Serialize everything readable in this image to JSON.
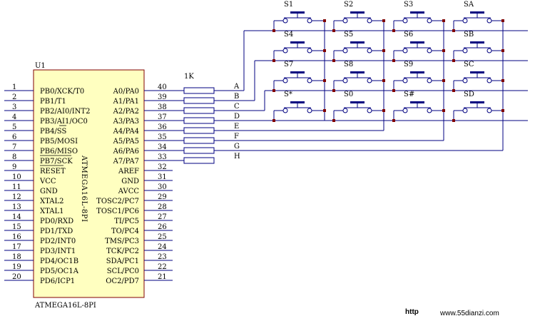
{
  "chip": {
    "ref": "U1",
    "part_vertical": "ATMEGA16L-8PI",
    "part_bottom": "ATMEGA16L-8PI",
    "left_pins": [
      {
        "num": "1",
        "name": "PB0/XCK/T0"
      },
      {
        "num": "2",
        "name": "PB1/T1"
      },
      {
        "num": "3",
        "name": "PB2/AI0/INT2"
      },
      {
        "num": "4",
        "name": "PB3/AI1/OC0"
      },
      {
        "num": "5",
        "name": "PB4/SS"
      },
      {
        "num": "6",
        "name": "PB5/MOSI"
      },
      {
        "num": "7",
        "name": "PB6/MISO"
      },
      {
        "num": "8",
        "name": "PB7/SCK"
      },
      {
        "num": "9",
        "name": "RESET"
      },
      {
        "num": "10",
        "name": "VCC"
      },
      {
        "num": "11",
        "name": "GND"
      },
      {
        "num": "12",
        "name": "XTAL2"
      },
      {
        "num": "13",
        "name": "XTAL1"
      },
      {
        "num": "14",
        "name": "PD0/RXD"
      },
      {
        "num": "15",
        "name": "PD1/TXD"
      },
      {
        "num": "16",
        "name": "PD2/INT0"
      },
      {
        "num": "17",
        "name": "PD3/INT1"
      },
      {
        "num": "18",
        "name": "PD4/OC1B"
      },
      {
        "num": "19",
        "name": "PD5/OC1A"
      },
      {
        "num": "20",
        "name": "PD6/ICP1"
      }
    ],
    "right_pins": [
      {
        "num": "40",
        "name": "A0/PA0"
      },
      {
        "num": "39",
        "name": "A1/PA1"
      },
      {
        "num": "38",
        "name": "A2/PA2"
      },
      {
        "num": "37",
        "name": "A3/PA3"
      },
      {
        "num": "36",
        "name": "A4/PA4"
      },
      {
        "num": "35",
        "name": "A5/PA5"
      },
      {
        "num": "34",
        "name": "A6/PA6"
      },
      {
        "num": "33",
        "name": "A7/PA7"
      },
      {
        "num": "32",
        "name": "AREF"
      },
      {
        "num": "31",
        "name": "GND"
      },
      {
        "num": "30",
        "name": "AVCC"
      },
      {
        "num": "29",
        "name": "TOSC2/PC7"
      },
      {
        "num": "28",
        "name": "TOSC1/PC6"
      },
      {
        "num": "27",
        "name": "TI/PC5"
      },
      {
        "num": "26",
        "name": "TO/PC4"
      },
      {
        "num": "25",
        "name": "TMS/PC3"
      },
      {
        "num": "24",
        "name": "TCK/PC2"
      },
      {
        "num": "23",
        "name": "SDA/PC1"
      },
      {
        "num": "22",
        "name": "SCL/PC0"
      },
      {
        "num": "21",
        "name": "OC2/PD7"
      }
    ]
  },
  "resistor_label": "1K",
  "nets": [
    "A",
    "B",
    "C",
    "D",
    "E",
    "F",
    "G",
    "H"
  ],
  "switches": [
    [
      "S1",
      "S2",
      "S3",
      "SA"
    ],
    [
      "S4",
      "S5",
      "S6",
      "SB"
    ],
    [
      "S7",
      "S8",
      "S9",
      "SC"
    ],
    [
      "S*",
      "S0",
      "S#",
      "SD"
    ]
  ],
  "watermark": {
    "left": "http",
    "right": "www.55dianzi.com"
  },
  "colors": {
    "wire": "#000080",
    "body": "#ffffc0",
    "body_border": "#800000",
    "junction": "#800000"
  }
}
